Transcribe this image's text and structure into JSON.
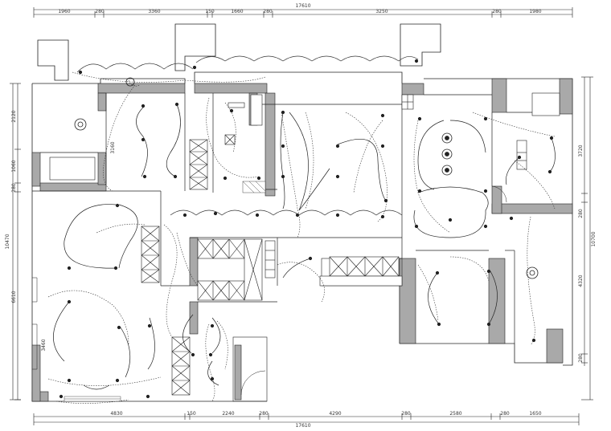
{
  "drawing": {
    "top_total": "17610",
    "top_segments": [
      "1960",
      "280",
      "3360",
      "150",
      "1660",
      "280",
      "3250",
      "280",
      "1980"
    ],
    "bottom_total": "17610",
    "bottom_segments": [
      "4830",
      "150",
      "2240",
      "280",
      "4290",
      "280",
      "2580",
      "280",
      "1650"
    ],
    "left_total": "10470",
    "left_segments": [
      "2120",
      "1060",
      "280",
      "6610",
      "3460"
    ],
    "right_total": "10700",
    "right_segments": [
      "3720",
      "280",
      "4320",
      "280"
    ],
    "inner_labels": [
      "3160"
    ]
  },
  "colors": {
    "wall": "#a9a9a9",
    "line": "#1a1a1a",
    "wire": "#333333"
  }
}
